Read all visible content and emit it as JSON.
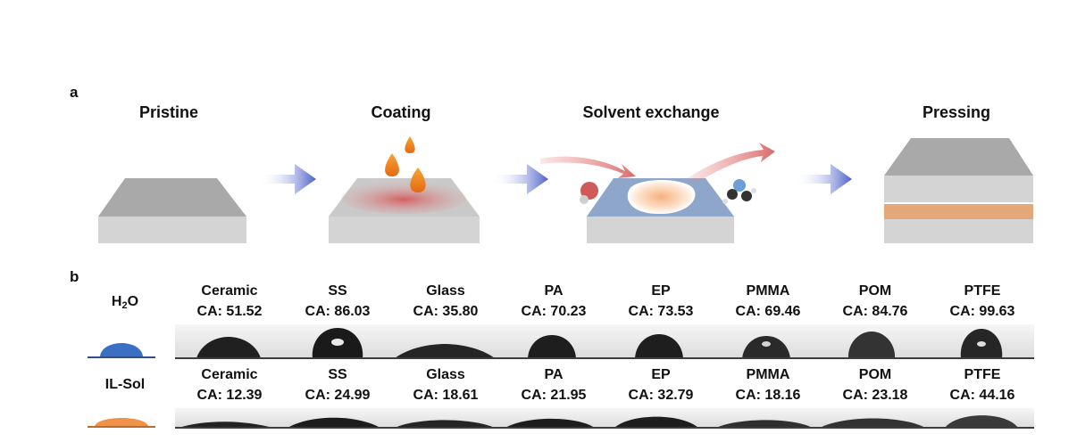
{
  "panel_a": {
    "letter": "a",
    "steps": [
      {
        "title": "Pristine"
      },
      {
        "title": "Coating"
      },
      {
        "title": "Solvent exchange"
      },
      {
        "title": "Pressing"
      }
    ]
  },
  "panel_b": {
    "letter": "b",
    "rows": [
      {
        "liquid_base": "H",
        "liquid_sub": "2",
        "liquid_tail": "O",
        "droplet_color": "#3a6fc4",
        "entries": [
          {
            "material": "Ceramic",
            "ca": "CA: 51.52"
          },
          {
            "material": "SS",
            "ca": "CA: 86.03"
          },
          {
            "material": "Glass",
            "ca": "CA: 35.80"
          },
          {
            "material": "PA",
            "ca": "CA: 70.23"
          },
          {
            "material": "EP",
            "ca": "CA: 73.53"
          },
          {
            "material": "PMMA",
            "ca": "CA: 69.46"
          },
          {
            "material": "POM",
            "ca": "CA: 84.76"
          },
          {
            "material": "PTFE",
            "ca": "CA: 99.63"
          }
        ]
      },
      {
        "liquid": "IL-Sol",
        "droplet_color": "#f0924a",
        "entries": [
          {
            "material": "Ceramic",
            "ca": "CA: 12.39"
          },
          {
            "material": "SS",
            "ca": "CA: 24.99"
          },
          {
            "material": "Glass",
            "ca": "CA: 18.61"
          },
          {
            "material": "PA",
            "ca": "CA: 21.95"
          },
          {
            "material": "EP",
            "ca": "CA: 32.79"
          },
          {
            "material": "PMMA",
            "ca": "CA: 18.16"
          },
          {
            "material": "POM",
            "ca": "CA: 23.18"
          },
          {
            "material": "PTFE",
            "ca": "CA: 44.16"
          }
        ]
      }
    ]
  }
}
